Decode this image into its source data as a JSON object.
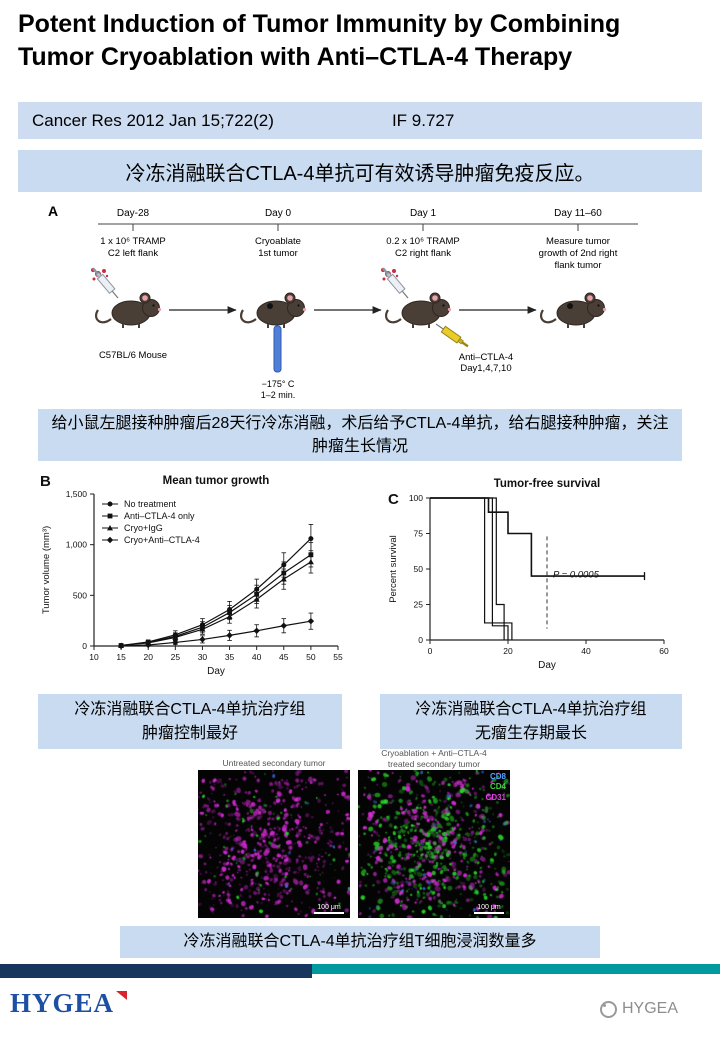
{
  "title_line1": "Potent Induction of Tumor Immunity by Combining",
  "title_line2": "Tumor Cryoablation with Anti–CTLA-4 Therapy",
  "citation": {
    "ref": "Cancer Res 2012 Jan 15;722(2)",
    "impact": "IF 9.727"
  },
  "banner": "冷冻消融联合CTLA-4单抗可有效诱导肿瘤免疫反应。",
  "schematic": {
    "panel_label": "A",
    "steps": [
      {
        "day": "Day-28",
        "lines": [
          "1 x 10⁶ TRAMP",
          "C2 left flank",
          ""
        ]
      },
      {
        "day": "Day 0",
        "lines": [
          "Cryoablate",
          "1st tumor",
          ""
        ]
      },
      {
        "day": "Day 1",
        "lines": [
          "0.2 x 10⁶ TRAMP",
          "C2 right flank",
          ""
        ]
      },
      {
        "day": "Day 11–60",
        "lines": [
          "Measure tumor",
          "growth of 2nd right",
          "flank tumor"
        ]
      }
    ],
    "mouse_label": "C57BL/6 Mouse",
    "cryo_label": [
      "−175° C",
      "1–2 min."
    ],
    "antibody_label": [
      "Anti–CTLA-4",
      "Day1,4,7,10"
    ]
  },
  "captions": {
    "schematic": "给小鼠左腿接种肿瘤后28天行冷冻消融，术后给予CTLA-4单抗，给右腿接种肿瘤，关注肿瘤生长情况",
    "growth": [
      "冷冻消融联合CTLA-4单抗治疗组",
      "肿瘤控制最好"
    ],
    "survival": [
      "冷冻消融联合CTLA-4单抗治疗组",
      "无瘤生存期最长"
    ],
    "infiltration": "冷冻消融联合CTLA-4单抗治疗组T细胞浸润数量多"
  },
  "chart_data": [
    {
      "type": "line",
      "panel_label": "B",
      "title": "Mean tumor growth",
      "xlabel": "Day",
      "ylabel": "Tumor volume (mm³)",
      "xlim": [
        10,
        55
      ],
      "xticks": [
        10,
        15,
        20,
        25,
        30,
        35,
        40,
        45,
        50,
        55
      ],
      "ylim": [
        0,
        1500
      ],
      "yticks": [
        0,
        500,
        1000,
        1500
      ],
      "ytick_labels": [
        "0",
        "500",
        "1,000",
        "1,500"
      ],
      "legend_position": "upper-left",
      "grid": false,
      "x": [
        15,
        20,
        25,
        30,
        35,
        40,
        45,
        50
      ],
      "series": [
        {
          "name": "No treatment",
          "marker": "circle",
          "values": [
            5,
            40,
            110,
            210,
            360,
            560,
            800,
            1060
          ],
          "errors": [
            5,
            20,
            40,
            60,
            80,
            100,
            120,
            140
          ]
        },
        {
          "name": "Anti–CTLA-4 only",
          "marker": "square",
          "values": [
            5,
            35,
            95,
            185,
            330,
            510,
            720,
            900
          ],
          "errors": [
            5,
            15,
            35,
            55,
            70,
            90,
            110,
            120
          ]
        },
        {
          "name": "Cryo+IgG",
          "marker": "triangle",
          "values": [
            5,
            30,
            85,
            165,
            290,
            460,
            660,
            830
          ],
          "errors": [
            5,
            15,
            30,
            50,
            65,
            85,
            100,
            110
          ]
        },
        {
          "name": "Cryo+Anti–CTLA-4",
          "marker": "diamond",
          "values": [
            0,
            10,
            35,
            65,
            105,
            150,
            200,
            245
          ],
          "errors": [
            0,
            10,
            20,
            35,
            50,
            60,
            70,
            80
          ]
        }
      ]
    },
    {
      "type": "step",
      "panel_label": "C",
      "title": "Tumor-free survival",
      "xlabel": "Day",
      "ylabel": "Percent survival",
      "xlim": [
        0,
        60
      ],
      "xticks": [
        0,
        20,
        40,
        60
      ],
      "ylim": [
        0,
        100
      ],
      "yticks": [
        0,
        25,
        50,
        75,
        100
      ],
      "annotation": "P = 0.0005",
      "p_line_x": 30,
      "series": [
        {
          "name": "Cryo+Anti–CTLA-4",
          "points": [
            [
              0,
              100
            ],
            [
              15,
              100
            ],
            [
              15,
              90
            ],
            [
              20,
              90
            ],
            [
              20,
              75
            ],
            [
              26,
              75
            ],
            [
              26,
              45
            ],
            [
              55,
              45
            ]
          ]
        },
        {
          "name": "No treatment",
          "points": [
            [
              0,
              100
            ],
            [
              14,
              100
            ],
            [
              14,
              12
            ],
            [
              21,
              12
            ],
            [
              21,
              0
            ]
          ]
        },
        {
          "name": "Anti–CTLA-4 only",
          "points": [
            [
              0,
              100
            ],
            [
              16,
              100
            ],
            [
              16,
              10
            ],
            [
              20,
              10
            ],
            [
              20,
              0
            ]
          ]
        },
        {
          "name": "Cryo+IgG",
          "points": [
            [
              0,
              100
            ],
            [
              17,
              100
            ],
            [
              17,
              25
            ],
            [
              19,
              25
            ],
            [
              19,
              0
            ]
          ]
        }
      ]
    }
  ],
  "micro": {
    "left_title": "Untreated secondary tumor",
    "right_title": [
      "Cryoablation + Anti–CTLA-4",
      "treated secondary tumor"
    ],
    "legend": [
      {
        "label": "CD8",
        "color": "#5aa0ff"
      },
      {
        "label": "CD4",
        "color": "#3fd23f"
      },
      {
        "label": "CD31",
        "color": "#e040e0"
      }
    ],
    "scale_label": "100 μm"
  },
  "footer": {
    "logo_text": "HYGEA",
    "watermark_text": "HYGEA"
  }
}
